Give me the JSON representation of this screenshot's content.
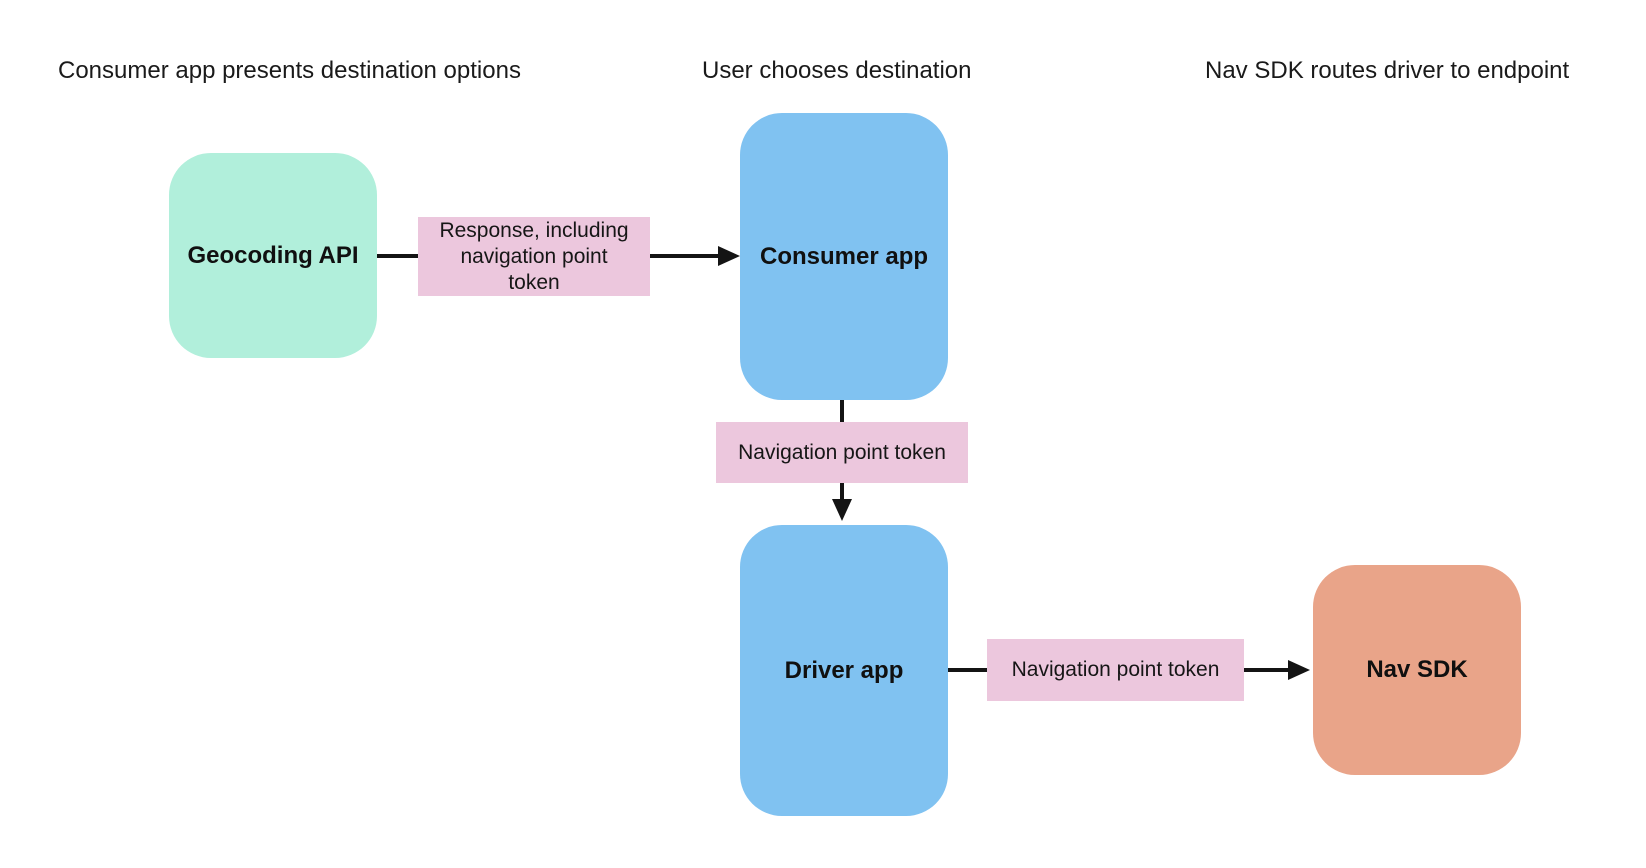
{
  "diagram": {
    "type": "flowchart",
    "background_color": "#ffffff",
    "headers": [
      {
        "text": "Consumer app presents destination options"
      },
      {
        "text": "User chooses destination"
      },
      {
        "text": "Nav SDK routes driver to endpoint"
      }
    ],
    "nodes": [
      {
        "id": "geocoding-api",
        "label": "Geocoding API",
        "fill": "#b1efdb"
      },
      {
        "id": "consumer-app",
        "label": "Consumer app",
        "fill": "#80c2f1"
      },
      {
        "id": "driver-app",
        "label": "Driver app",
        "fill": "#80c2f1"
      },
      {
        "id": "nav-sdk",
        "label": "Nav SDK",
        "fill": "#e9a489"
      }
    ],
    "edges": [
      {
        "from": "geocoding-api",
        "to": "consumer-app",
        "direction": "right",
        "label": "Response, including\nnavigation point\ntoken"
      },
      {
        "from": "consumer-app",
        "to": "driver-app",
        "direction": "down",
        "label": "Navigation point token"
      },
      {
        "from": "driver-app",
        "to": "nav-sdk",
        "direction": "right",
        "label": "Navigation point token"
      }
    ],
    "colors": {
      "edge_label_fill": "#ecc7dd",
      "arrow_color": "#141414",
      "text_color": "#1a1a1a"
    }
  }
}
